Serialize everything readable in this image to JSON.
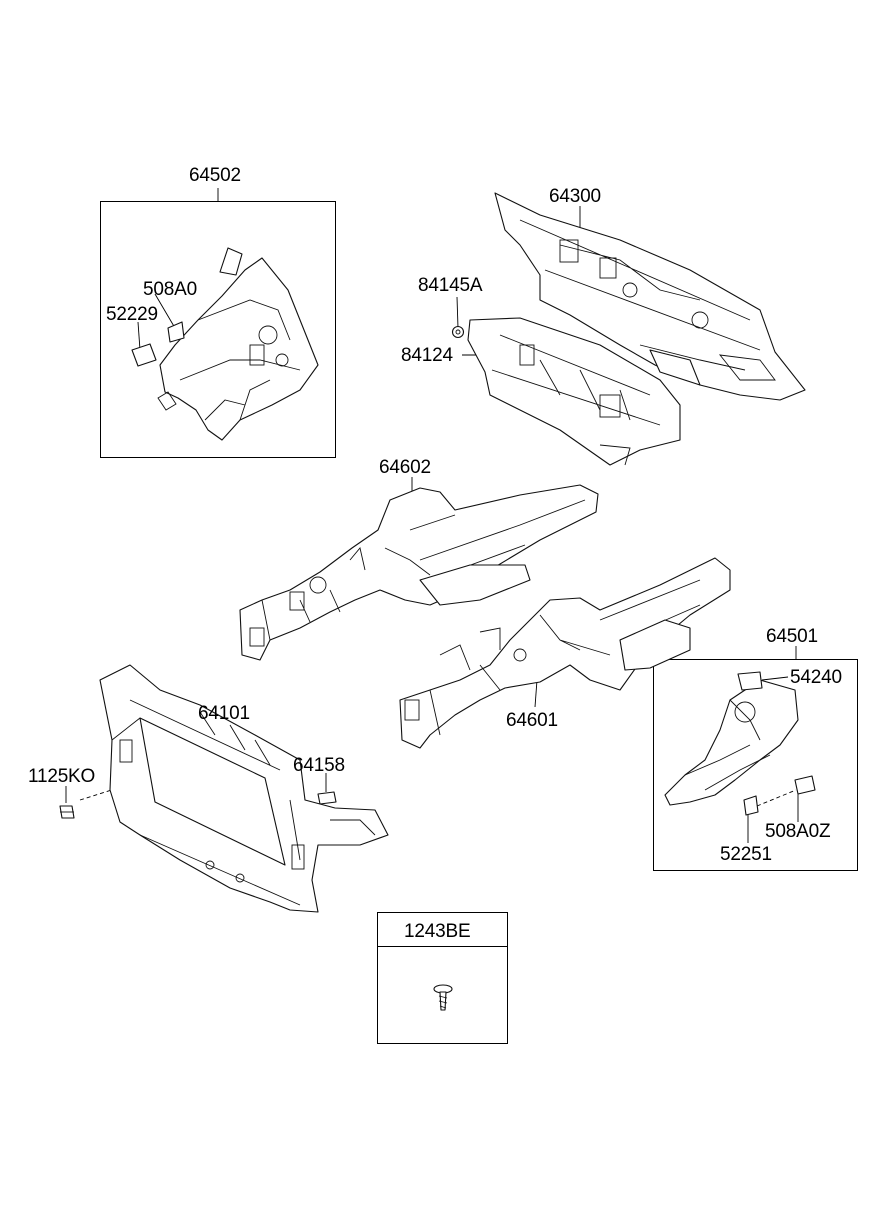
{
  "labels": {
    "p64502": "64502",
    "p508A0": "508A0",
    "p52229": "52229",
    "p64300": "64300",
    "p84145A": "84145A",
    "p84124": "84124",
    "p64602": "64602",
    "p64501": "64501",
    "p54240": "54240",
    "p64101": "64101",
    "p64601": "64601",
    "p1125KO": "1125KO",
    "p64158": "64158",
    "p508A0Z": "508A0Z",
    "p52251": "52251",
    "p1243BE": "1243BE"
  }
}
